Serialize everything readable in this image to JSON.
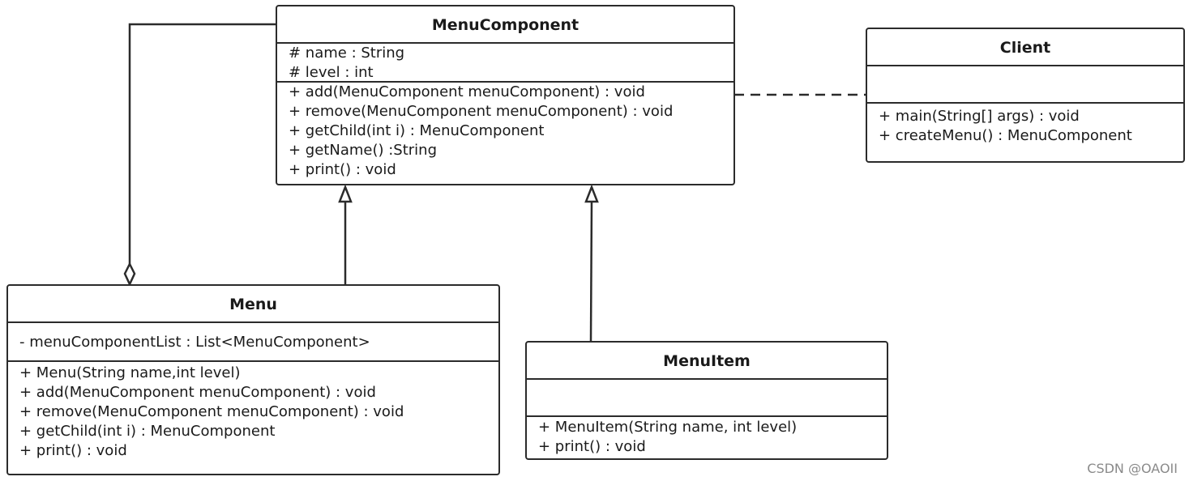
{
  "classes": {
    "menu_component": {
      "name": "MenuComponent",
      "attributes": [
        "# name : String",
        "# level : int"
      ],
      "methods": [
        "+ add(MenuComponent menuComponent) : void",
        "+ remove(MenuComponent menuComponent) : void",
        "+ getChild(int i) : MenuComponent",
        "+ getName() :String",
        "+ print() : void"
      ]
    },
    "client": {
      "name": "Client",
      "attributes": [],
      "methods": [
        "+ main(String[] args) : void",
        "+ createMenu() : MenuComponent"
      ]
    },
    "menu": {
      "name": "Menu",
      "attributes": [
        "- menuComponentList : List<MenuComponent>"
      ],
      "methods": [
        "+ Menu(String name,int level)",
        "+ add(MenuComponent menuComponent) : void",
        "+ remove(MenuComponent menuComponent) : void",
        "+ getChild(int i) : MenuComponent",
        "+ print() : void"
      ]
    },
    "menu_item": {
      "name": "MenuItem",
      "attributes": [],
      "methods": [
        "+ MenuItem(String name, int level)",
        "+ print() : void"
      ]
    }
  },
  "relations": [
    {
      "type": "aggregation",
      "whole": "Menu",
      "part": "MenuComponent"
    },
    {
      "type": "generalization",
      "child": "Menu",
      "parent": "MenuComponent"
    },
    {
      "type": "generalization",
      "child": "MenuItem",
      "parent": "MenuComponent"
    },
    {
      "type": "dependency",
      "from": "Client",
      "to": "MenuComponent"
    }
  ],
  "watermark": "CSDN @OAOII",
  "colors": {
    "line": "#2b2b2b",
    "background": "#ffffff",
    "watermark": "#8a8a8a"
  }
}
